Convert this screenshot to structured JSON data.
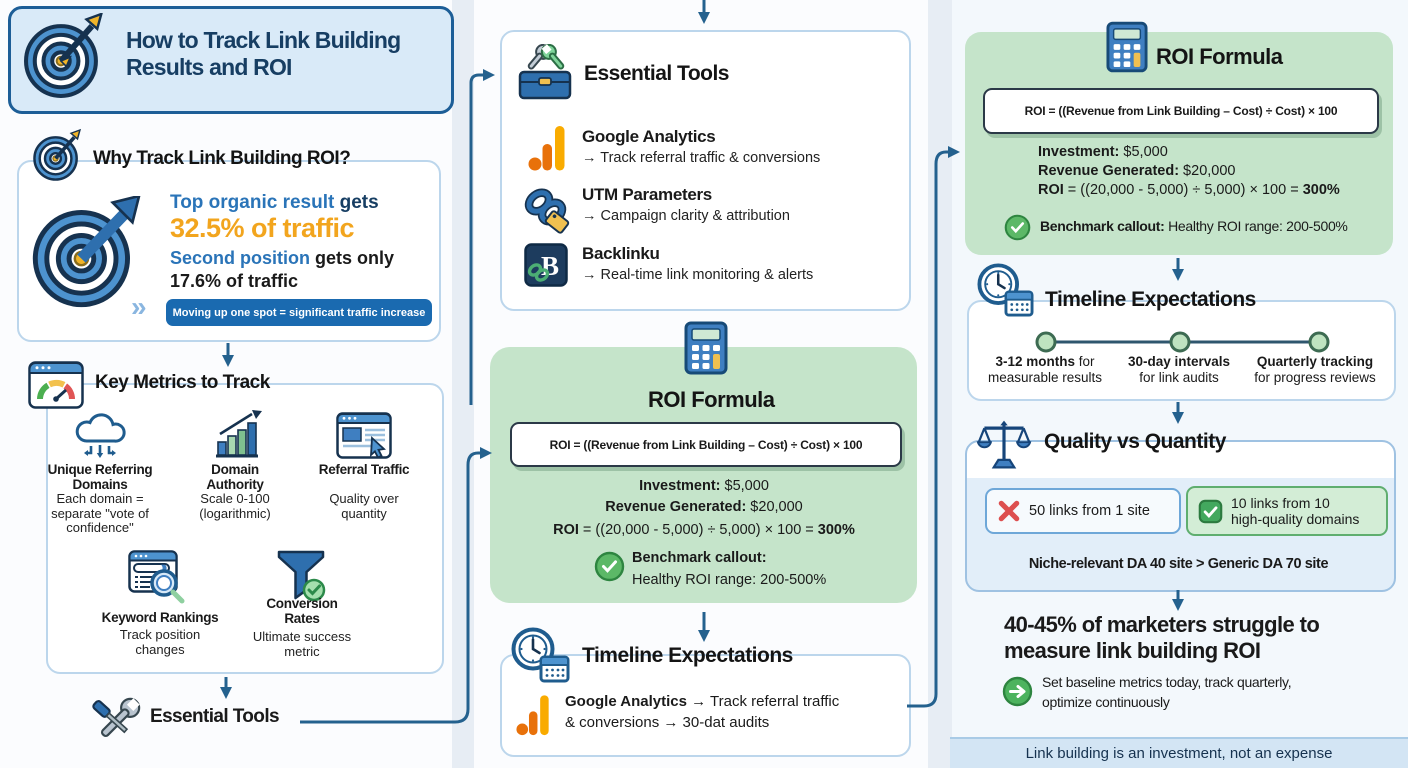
{
  "colors": {
    "accent_blue": "#2a74b8",
    "navy_title": "#173e63",
    "connector_blue": "#24618e",
    "stat_orange": "#f2a51e",
    "green_panel": "#c5e4ca",
    "check_green": "#4daf5c",
    "error_red": "#dd4f4f",
    "badge_blue": "#1a6ab0",
    "footer_bar": "#d3e5f4"
  },
  "header": {
    "title1": "How to Track Link Building",
    "title2": "Results and ROI"
  },
  "why": {
    "title": "Why Track Link Building ROI?",
    "l1_blue": "Top organic result",
    "l1_rest": " gets",
    "stat_big": "32.5% of traffic",
    "l2_blue": "Second position",
    "l2_rest": " gets only",
    "l3": "17.6% of traffic",
    "chevrons": "»",
    "badge": "Moving up one spot = significant traffic increase"
  },
  "metrics": {
    "title": "Key Metrics to Track",
    "items": [
      {
        "icon": "referring-domains-cloud-icon",
        "title": "Unique Referring Domains",
        "desc": "Each domain = separate \"vote of confidence\""
      },
      {
        "icon": "domain-authority-chart-icon",
        "title": "Domain Authority",
        "desc": "Scale 0-100 (logarithmic)"
      },
      {
        "icon": "referral-traffic-browser-icon",
        "title": "Referral Traffic",
        "desc": "Quality over quantity"
      },
      {
        "icon": "keyword-rankings-search-icon",
        "title": "Keyword Rankings",
        "desc": "Track position changes"
      },
      {
        "icon": "conversion-funnel-icon",
        "title": "Conversion Rates",
        "desc": "Ultimate success metric"
      }
    ]
  },
  "tools_label": "Essential Tools",
  "mid_tools": {
    "title": "Essential Tools",
    "items": [
      {
        "icon": "google-analytics-icon",
        "name": "Google Analytics",
        "desc": "→ Track referral traffic & conversions"
      },
      {
        "icon": "utm-link-tag-icon",
        "name": "UTM Parameters",
        "desc": "→ Campaign clarity & attribution"
      },
      {
        "icon": "backlinku-logo-icon",
        "name": "Backlinku",
        "desc": "→ Real-time link monitoring & alerts"
      }
    ]
  },
  "roi_mid": {
    "title": "ROI Formula",
    "formula": "ROI = ((Revenue from Link Building – Cost) ÷ Cost) × 100",
    "investment_label": "Investment:",
    "investment_value": " $5,000",
    "revenue_label": "Revenue Generated:",
    "revenue_value": " $20,000",
    "calc_pre": "ROI",
    "calc_mid": " = ((20,000 - 5,000) ÷ 5,000) × 100 = ",
    "calc_result": "300%",
    "benchmark_label": "Benchmark callout:",
    "benchmark_text": "Healthy ROI range: 200-500%"
  },
  "mid_timeline": {
    "title": "Timeline Expectations",
    "bold": "Google Analytics",
    "rest1": " → Track referral traffic",
    "line2": "& conversions → 30-dat audits"
  },
  "roi_right": {
    "title": "ROI Formula",
    "formula": "ROI = ((Revenue from Link Building – Cost) ÷ Cost) × 100",
    "investment_label": "Investment:",
    "investment_value": " $5,000",
    "revenue_label": "Revenue Generated:",
    "revenue_value": " $20,000",
    "calc_pre": "ROI",
    "calc_mid": " = ((20,000 - 5,000) ÷ 5,000) × 100 = ",
    "calc_result": "300%",
    "benchmark_label": "Benchmark callout:",
    "benchmark_text": " Healthy ROI range: 200-500%"
  },
  "right_timeline": {
    "title": "Timeline Expectations",
    "milestones": [
      {
        "bold": "3-12 months",
        "rest": " for",
        "line2": "measurable results"
      },
      {
        "bold": "30-day intervals",
        "rest": "",
        "line2": "for link audits"
      },
      {
        "bold": "Quarterly tracking",
        "rest": "",
        "line2": "for progress reviews"
      }
    ]
  },
  "quality": {
    "title": "Quality vs Quantity",
    "bad": "50 links from 1 site",
    "good": "10 links from 10 high-quality domains",
    "verdict": "Niche-relevant DA 40 site > Generic DA 70 site"
  },
  "stat": {
    "line1": "40-45% of marketers struggle to",
    "line2": "measure link building ROI",
    "action1": "Set baseline metrics today, track quarterly,",
    "action2": "optimize continuously"
  },
  "footer": {
    "text": "Link building is an investment, not an expense"
  }
}
